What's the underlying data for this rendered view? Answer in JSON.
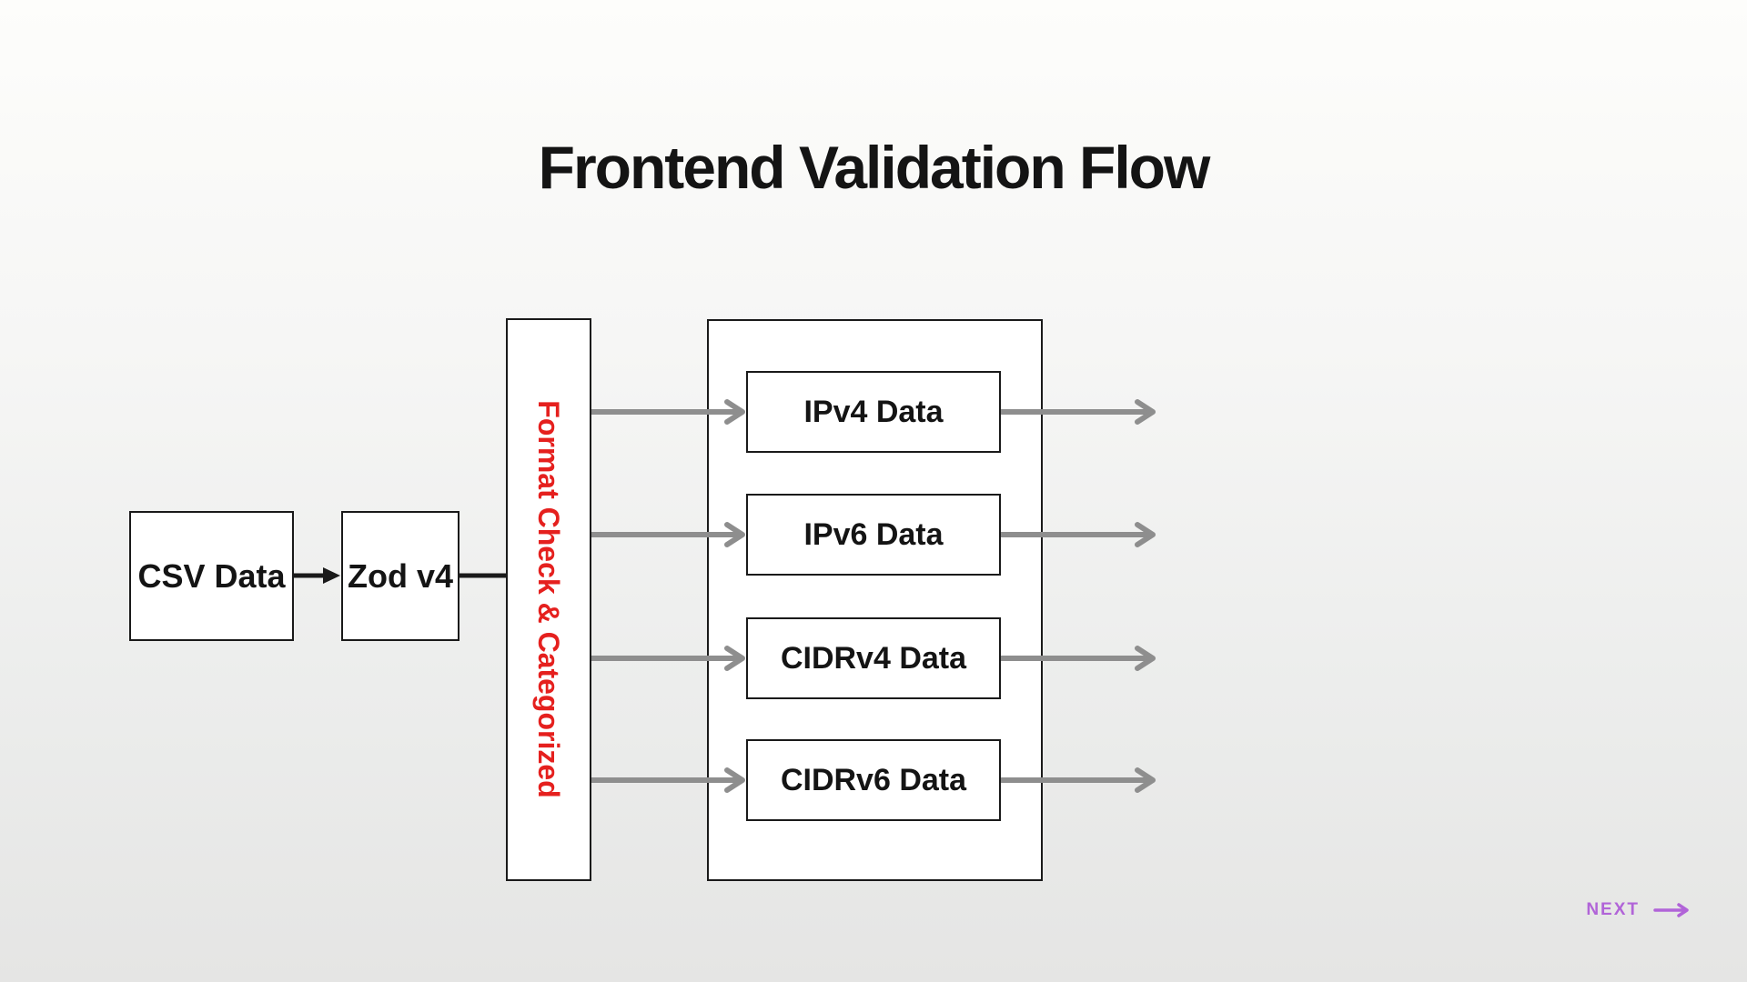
{
  "slide": {
    "title": "Frontend Validation Flow"
  },
  "flow": {
    "input_box": "CSV Data",
    "validator_box": "Zod v4",
    "process_box": "Format Check & Categorized",
    "output_boxes": [
      "IPv4 Data",
      "IPv6 Data",
      "CIDRv4 Data",
      "CIDRv6 Data"
    ]
  },
  "nav": {
    "next_label": "NEXT",
    "next_icon": "arrow-right-icon"
  },
  "colors": {
    "ink": "#1a1a1a",
    "accent_red": "#e5201e",
    "arrow_gray": "#8e8e8e",
    "nav_purple": "#b164d8"
  }
}
